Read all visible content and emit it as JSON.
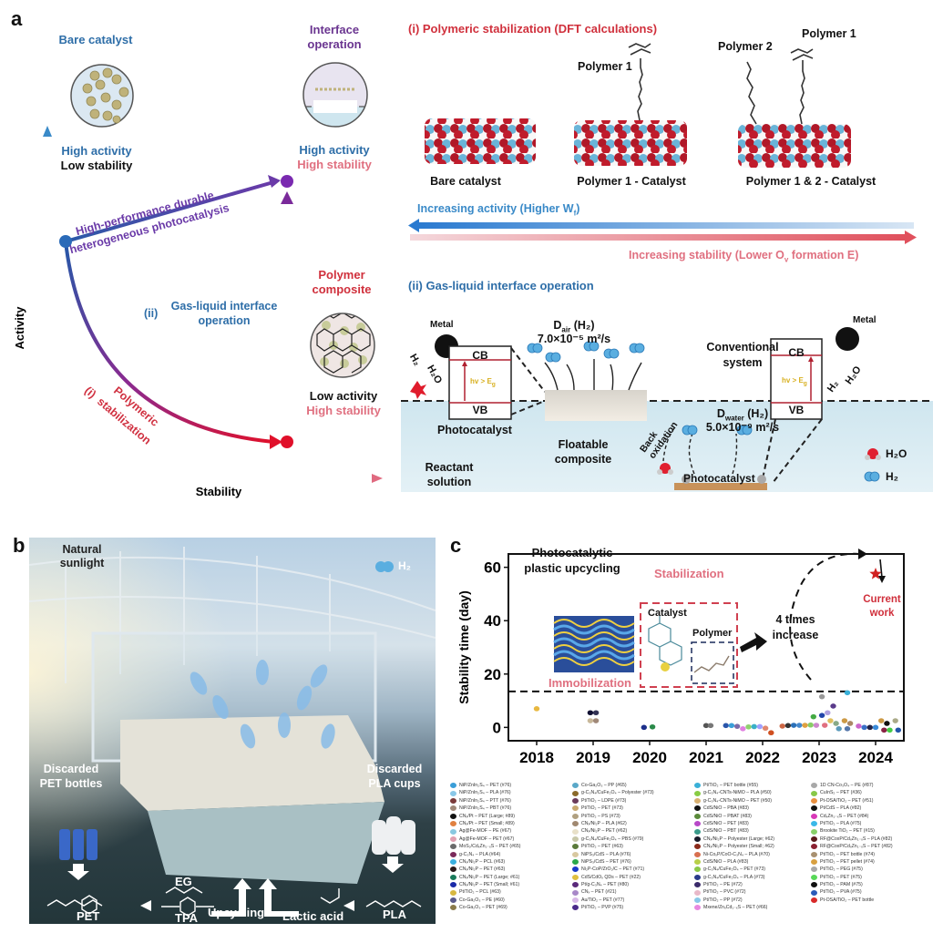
{
  "panel_a": {
    "letter": "a",
    "left": {
      "bare_catalyst": "Bare catalyst",
      "bare_activity": "High activity",
      "bare_stability": "Low stability",
      "interface_title_1": "Interface",
      "interface_title_2": "operation",
      "interface_activity": "High activity",
      "interface_stability": "High stability",
      "composite_title_1": "Polymer",
      "composite_title_2": "composite",
      "composite_activity": "Low activity",
      "composite_stability": "High stability",
      "arrow_top_1": "High-performance durable",
      "arrow_top_2": "heterogeneous photocatalysis",
      "route_ii_num": "(ii)",
      "route_ii_1": "Gas-liquid interface",
      "route_ii_2": "operation",
      "route_i_num": "(i)",
      "route_i_1": "Polymeric",
      "route_i_2": "stabilization",
      "y_axis": "Activity",
      "x_axis": "Stability"
    },
    "dft": {
      "title": "(i) Polymeric stabilization (DFT calculations)",
      "polymer1_a": "Polymer 1",
      "polymer2": "Polymer 2",
      "polymer1_b": "Polymer 1",
      "labels": [
        "Bare catalyst",
        "Polymer 1 - Catalyst",
        "Polymer 1 & 2 - Catalyst"
      ],
      "activity_arrow": "Increasing activity (Higher W",
      "activity_sub": "f",
      "activity_close": ")",
      "stability_arrow": "Increasing stability (Lower O",
      "stability_sub": "v",
      "stability_close": " formation E)"
    },
    "interface": {
      "title": "(ii) Gas-liquid interface operation",
      "metal_left": "Metal",
      "metal_right": "Metal",
      "cb": "CB",
      "vb": "VB",
      "hv": "hv > E",
      "hv_sub": "g",
      "photocatalyst_left": "Photocatalyst",
      "d_air_1": "D",
      "d_air_sub": "air",
      "d_air_2": " (H₂)",
      "d_air_value": "7.0×10⁻⁵ m²/s",
      "floatable_1": "Floatable",
      "floatable_2": "composite",
      "conventional_1": "Conventional",
      "conventional_2": "system",
      "d_water_1": "D",
      "d_water_sub": "water",
      "d_water_2": " (H₂)",
      "d_water_value": "5.0×10⁻⁹ m²/s",
      "back_1": "Back",
      "back_2": "oxidation",
      "photocatalyst_bottom": "Photocatalyst",
      "reactant_1": "Reactant",
      "reactant_2": "solution",
      "h2_left": "H₂",
      "h2o_left": "H₂O",
      "h2_right": "H₂",
      "h2o_right": "H₂O",
      "legend_h2o": "H₂O",
      "legend_h2": "H₂"
    }
  },
  "panel_b": {
    "letter": "b",
    "sunlight_1": "Natural",
    "sunlight_2": "sunlight",
    "h2": "H₂",
    "pet_src_1": "Discarded",
    "pet_src_2": "PET bottles",
    "pla_src_1": "Discarded",
    "pla_src_2": "PLA cups",
    "eg": "EG",
    "pet": "PET",
    "tpa": "TPA",
    "upcycling": "Upcycling",
    "lactic": "Lactic acid",
    "pla": "PLA"
  },
  "panel_c": {
    "letter": "c",
    "inset_title_1": "Photocatalytic",
    "inset_title_2": "plastic upcycling",
    "stabilization": "Stabilization",
    "catalyst": "Catalyst",
    "polymer": "Polymer",
    "immobilization": "Immobilization",
    "increase_1": "4 times",
    "increase_2": "increase",
    "current_1": "Current",
    "current_2": "work"
  },
  "chart_data": {
    "type": "scatter",
    "title": "",
    "xlabel": "",
    "ylabel": "Stability time (day)",
    "xlim": [
      2017.5,
      2024.5
    ],
    "ylim": [
      -5,
      65
    ],
    "xticks": [
      2018,
      2019,
      2020,
      2021,
      2022,
      2023,
      2024
    ],
    "yticks": [
      0,
      20,
      40,
      60
    ],
    "threshold_line_y": 13.5,
    "grid": false,
    "legend_position": "bottom",
    "points": [
      {
        "x": 2018.0,
        "y": 7,
        "color": "#e8b840"
      },
      {
        "x": 2018.95,
        "y": 5.5,
        "color": "#111133"
      },
      {
        "x": 2019.05,
        "y": 5.5,
        "color": "#333355"
      },
      {
        "x": 2018.95,
        "y": 2.5,
        "color": "#c8b89a"
      },
      {
        "x": 2019.05,
        "y": 2.5,
        "color": "#a08878"
      },
      {
        "x": 2019.9,
        "y": 0,
        "color": "#1c2f8a"
      },
      {
        "x": 2020.05,
        "y": 0.2,
        "color": "#2a8a4a"
      },
      {
        "x": 2021.0,
        "y": 0.7,
        "color": "#555555"
      },
      {
        "x": 2021.08,
        "y": 0.7,
        "color": "#777777"
      },
      {
        "x": 2021.35,
        "y": 0.7,
        "color": "#2a55aa"
      },
      {
        "x": 2021.45,
        "y": 0.7,
        "color": "#3a9ed8"
      },
      {
        "x": 2021.55,
        "y": 0.4,
        "color": "#7a6aa8"
      },
      {
        "x": 2021.65,
        "y": -0.5,
        "color": "#e080e0"
      },
      {
        "x": 2021.75,
        "y": 0.2,
        "color": "#90d070"
      },
      {
        "x": 2021.85,
        "y": 0.3,
        "color": "#3ab0c8"
      },
      {
        "x": 2021.95,
        "y": 0.3,
        "color": "#a0a0ff"
      },
      {
        "x": 2022.05,
        "y": -0.3,
        "color": "#e08870"
      },
      {
        "x": 2022.15,
        "y": -2,
        "color": "#d05020"
      },
      {
        "x": 2022.35,
        "y": 0.5,
        "color": "#cc6644"
      },
      {
        "x": 2022.45,
        "y": 0.7,
        "color": "#333333"
      },
      {
        "x": 2022.55,
        "y": 0.8,
        "color": "#2a70b8"
      },
      {
        "x": 2022.65,
        "y": 0.8,
        "color": "#4488cc"
      },
      {
        "x": 2022.75,
        "y": 0.8,
        "color": "#e0a040"
      },
      {
        "x": 2022.85,
        "y": 0.9,
        "color": "#88cc66"
      },
      {
        "x": 2022.95,
        "y": 0.8,
        "color": "#cc88cc"
      },
      {
        "x": 2022.9,
        "y": 4,
        "color": "#44aa44"
      },
      {
        "x": 2023.05,
        "y": 4.5,
        "color": "#2244aa"
      },
      {
        "x": 2023.1,
        "y": 0.8,
        "color": "#e07080"
      },
      {
        "x": 2023.15,
        "y": 5.5,
        "color": "#b0a0e0"
      },
      {
        "x": 2023.2,
        "y": 2.5,
        "color": "#e0c060"
      },
      {
        "x": 2023.25,
        "y": 8,
        "color": "#5a3a8a"
      },
      {
        "x": 2023.3,
        "y": 1.5,
        "color": "#88aa88"
      },
      {
        "x": 2023.35,
        "y": -0.5,
        "color": "#5a9abb"
      },
      {
        "x": 2023.45,
        "y": 2.5,
        "color": "#cc9944"
      },
      {
        "x": 2023.5,
        "y": -0.5,
        "color": "#5577aa"
      },
      {
        "x": 2023.55,
        "y": 1.5,
        "color": "#aa8866"
      },
      {
        "x": 2023.05,
        "y": 11.5,
        "color": "#999999"
      },
      {
        "x": 2023.5,
        "y": 13,
        "color": "#3ab0d8"
      },
      {
        "x": 2023.7,
        "y": 0.5,
        "color": "#cc66cc"
      },
      {
        "x": 2023.8,
        "y": 0,
        "color": "#3a70c8"
      },
      {
        "x": 2023.9,
        "y": 0,
        "color": "#222244"
      },
      {
        "x": 2024.0,
        "y": 0,
        "color": "#3a8ad8"
      },
      {
        "x": 2024.1,
        "y": 2.5,
        "color": "#cc9944"
      },
      {
        "x": 2024.15,
        "y": -1,
        "color": "#882244"
      },
      {
        "x": 2024.2,
        "y": 1.5,
        "color": "#111111"
      },
      {
        "x": 2024.25,
        "y": -1,
        "color": "#44cc44"
      },
      {
        "x": 2024.35,
        "y": 2.5,
        "color": "#aaaa88"
      },
      {
        "x": 2024.4,
        "y": -1,
        "color": "#2255aa"
      }
    ],
    "highlight": {
      "x": 2024.0,
      "y": 57.5,
      "label": "Current work",
      "color": "#d02020",
      "marker": "star"
    },
    "legend_columns": [
      [
        {
          "label": "NiP/ZnIn₂S₄ – PET (#76)",
          "color": "#3a9ed8"
        },
        {
          "label": "NiP/ZnIn₂S₄ – PLA (#76)",
          "color": "#8ac8e8"
        },
        {
          "label": "NiP/ZnIn₂S₄ – PTT (#76)",
          "color": "#7a3a3a"
        },
        {
          "label": "NiP/ZnIn₂S₄ – PBT (#76)",
          "color": "#a08878"
        },
        {
          "label": "CNₓ/Pt – PET (Large; #89)",
          "color": "#111111"
        },
        {
          "label": "CNₓ/Pt – PET (Small; #89)",
          "color": "#e08040"
        },
        {
          "label": "Ag@Fe-MOF – PE (#67)",
          "color": "#88c8e0"
        },
        {
          "label": "Ag@Fe-MOF – PET (#67)",
          "color": "#e0a0b0"
        },
        {
          "label": "MoS₂/CdₓZn₁₋ₓS – PET (#65)",
          "color": "#6a6a6a"
        },
        {
          "label": "g-C₃N₄ – PLA (#64)",
          "color": "#7a2a5a"
        },
        {
          "label": "CNₓ/Ni₂P – PCL (#63)",
          "color": "#3ab0e0"
        },
        {
          "label": "CNₓ/Ni₂P – PET (#63)",
          "color": "#2a1a1a"
        },
        {
          "label": "CNₓ/Ni₂P – PET (Large; #61)",
          "color": "#1a7a5a"
        },
        {
          "label": "CNₓ/Ni₂P – PET (Small; #61)",
          "color": "#1a2aa8"
        },
        {
          "label": "Pt/TiO₂ – PCL (#63)",
          "color": "#d8b840"
        },
        {
          "label": "Co-Ga₂O₃ – PE (#60)",
          "color": "#5a5a8a"
        },
        {
          "label": "Co-Ga₂O₃ – PET (#69)",
          "color": "#8a7a4a"
        }
      ],
      [
        {
          "label": "Co-Ga₂O₃ – PP (#65)",
          "color": "#5aa8c8"
        },
        {
          "label": "g-C₃N₄/CuFe₂O₄ – Polyester (#73)",
          "color": "#8a6a2a"
        },
        {
          "label": "Pt/TiO₂ – LDPE (#73)",
          "color": "#6a3a5a"
        },
        {
          "label": "Pt/TiO₂ – PET (#73)",
          "color": "#c8a870"
        },
        {
          "label": "Pt/TiO₂ – PS (#73)",
          "color": "#b0a080"
        },
        {
          "label": "CNₓ/Ni₂P – PLA (#62)",
          "color": "#a08870"
        },
        {
          "label": "CNₓ/Ni₂P – PET (#62)",
          "color": "#e8e0c8"
        },
        {
          "label": "g-C₃N₄/CuFe₂O₄ – PBS (#79)",
          "color": "#c8c8a8"
        },
        {
          "label": "Pt/TiO₂ – PET (#63)",
          "color": "#5a7a3a"
        },
        {
          "label": "NiPS₃/CdS – PLA (#76)",
          "color": "#d8c8a0"
        },
        {
          "label": "NiPS₃/CdS – PET (#76)",
          "color": "#2aa84a"
        },
        {
          "label": "Ni₂P-CoP/ZrO₂/C – PET (#71)",
          "color": "#1a3ac8"
        },
        {
          "label": "CdS/CdOₓ QDs – PET (#22)",
          "color": "#e0c040"
        },
        {
          "label": "Pt/g-C₃N₄ – PET (#80)",
          "color": "#5a2a7a"
        },
        {
          "label": "CNₓ – PET (#21)",
          "color": "#a888c8"
        },
        {
          "label": "Au/TiO₂ – PET (#77)",
          "color": "#d8b8e8"
        },
        {
          "label": "Pt/TiO₂ – PVP (#75)",
          "color": "#4a2a8a"
        }
      ],
      [
        {
          "label": "Pt/TiO₂ – PET bottle (#55)",
          "color": "#3ab0d8"
        },
        {
          "label": "g-C₃N₄-CNTs-NiMO – PLA (#50)",
          "color": "#88cc44"
        },
        {
          "label": "g-C₃N₄-CNTs-NiMO – PET (#50)",
          "color": "#d8b070"
        },
        {
          "label": "CdS/NiO – PBA (#83)",
          "color": "#111111"
        },
        {
          "label": "CdS/NiO – PBAT (#83)",
          "color": "#5a8a3a"
        },
        {
          "label": "CdS/NiO – PET (#83)",
          "color": "#b848c8"
        },
        {
          "label": "CdS/NiO – PBT (#83)",
          "color": "#3a9a8a"
        },
        {
          "label": "CNₓ/Ni₂P – Polyester (Large; #62)",
          "color": "#1a1a2a"
        },
        {
          "label": "CNₓ/Ni₂P – Polyester (Small; #62)",
          "color": "#8a2a1a"
        },
        {
          "label": "Ni-CoₓP/CoO-C₃N₄ – PLA (#70)",
          "color": "#d87050"
        },
        {
          "label": "CdS/NiO – PLA (#83)",
          "color": "#b8d048"
        },
        {
          "label": "g-C₃N₄/CuFe₂O₄ – PET (#73)",
          "color": "#8ac848"
        },
        {
          "label": "g-C₃N₄/CuFe₂O₄ – PLA (#73)",
          "color": "#2a3a8a"
        },
        {
          "label": "Pt/TiO₂ – PE (#72)",
          "color": "#3a2a6a"
        },
        {
          "label": "Pt/TiO₂ – PVC (#72)",
          "color": "#e8b8c8"
        },
        {
          "label": "Pt/TiO₂ – PP (#72)",
          "color": "#88c8e8"
        },
        {
          "label": "Mxene/ZnₓCd₁₋ₓS – PET (#66)",
          "color": "#e888e0"
        }
      ],
      [
        {
          "label": "1D CN-Co₃O₄ – PE (#87)",
          "color": "#a8a8a8"
        },
        {
          "label": "CuInS₂ – PET (#36)",
          "color": "#88c848"
        },
        {
          "label": "Pt-OSA/TiO₂ – PET (#51)",
          "color": "#e89040"
        },
        {
          "label": "Pt/CdS – PLA (#82)",
          "color": "#111111"
        },
        {
          "label": "CdₓZn₁₋ₓS – PET (#84)",
          "color": "#d838b8"
        },
        {
          "label": "Pt/TiO₂ – PLA (#75)",
          "color": "#3ab8e8"
        },
        {
          "label": "Brookite TiO₂ – PET (#15)",
          "color": "#88d068"
        },
        {
          "label": "RF@CoxP/CdₓZn₁₋ₓS – PLA (#82)",
          "color": "#5a1a1a"
        },
        {
          "label": "RF@CoxP/CdₓZn₁₋ₓS – PET (#82)",
          "color": "#8a2030"
        },
        {
          "label": "Pt/TiO₂ – PET bottle (#74)",
          "color": "#a89070"
        },
        {
          "label": "Pt/TiO₂ – PET pellet (#74)",
          "color": "#d8a040"
        },
        {
          "label": "Pt/TiO₂ – PEG (#75)",
          "color": "#a8a8a8"
        },
        {
          "label": "Pt/TiO₂ – PET (#75)",
          "color": "#58d858"
        },
        {
          "label": "Pt/TiO₂ – PAM (#75)",
          "color": "#111111"
        },
        {
          "label": "Pt/TiO₂ – PVA (#75)",
          "color": "#2a5ab8"
        },
        {
          "label": "Pt-OSA/TiO₂ – PET bottle",
          "color": "#d82a2a"
        }
      ]
    ]
  }
}
